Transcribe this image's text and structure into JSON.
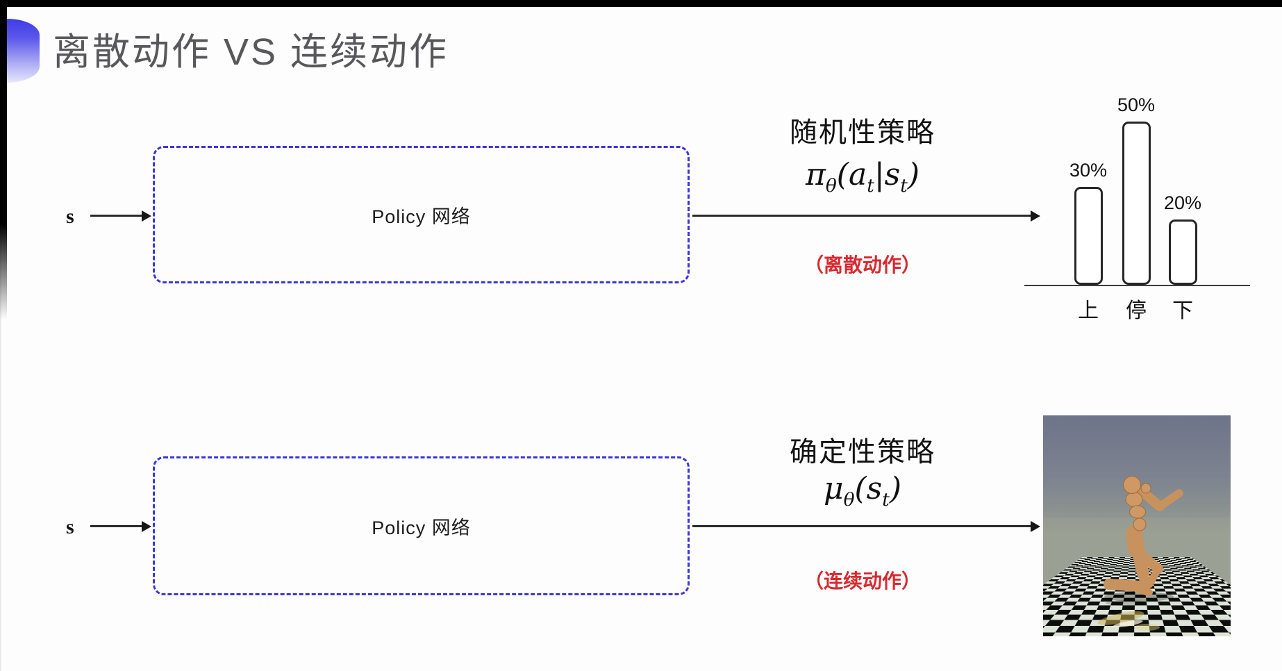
{
  "page": {
    "title": "离散动作 VS 连续动作"
  },
  "colors": {
    "box_border_blue": "#3a36dd",
    "red_label": "#d8292f",
    "title_gray": "#58585a",
    "robot_body": "#c8925f",
    "floor_dark": "#0d0d0d",
    "floor_light": "#dbe4d6",
    "sky": "#6e7489"
  },
  "top_flow": {
    "input_label": "s",
    "box_label": "Policy 网络",
    "policy_title": "随机性策略",
    "formula_tokens": [
      {
        "t": "π",
        "s": "θ"
      },
      {
        "t": "("
      },
      {
        "t": "a",
        "s": "t"
      },
      {
        "t": "|"
      },
      {
        "t": "s",
        "s": "t"
      },
      {
        "t": ")"
      }
    ],
    "action_type_label": "（离散动作）"
  },
  "bottom_flow": {
    "input_label": "s",
    "box_label": "Policy 网络",
    "policy_title": "确定性策略",
    "formula_tokens": [
      {
        "t": "μ",
        "s": "θ"
      },
      {
        "t": "("
      },
      {
        "t": "s",
        "s": "t"
      },
      {
        "t": ")"
      }
    ],
    "action_type_label": "（连续动作）"
  },
  "chart_data": {
    "type": "bar",
    "title": "",
    "categories": [
      "上",
      "停",
      "下"
    ],
    "values": [
      30,
      50,
      20
    ],
    "value_labels": [
      "30%",
      "50%",
      "20%"
    ],
    "xlabel": "",
    "ylabel": "",
    "ylim": [
      0,
      55
    ],
    "grid": false,
    "legend": false,
    "bar_fill": "#ffffff",
    "bar_outline": "#262626"
  },
  "robot_scene": {
    "subject": "humanoid-robot-on-checkerboard-floor"
  }
}
